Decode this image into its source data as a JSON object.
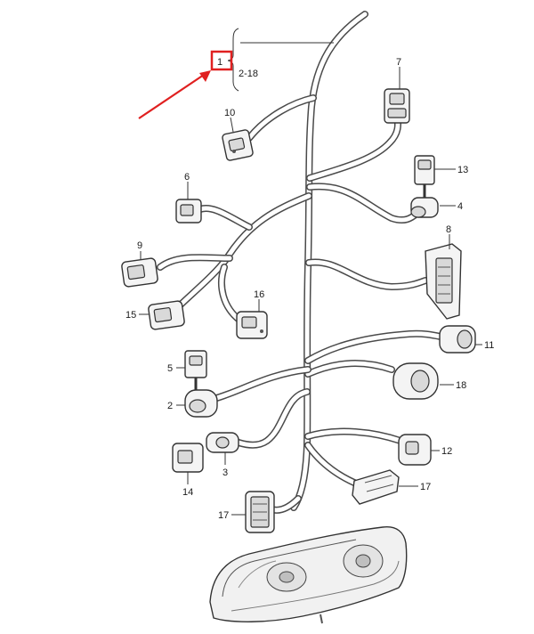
{
  "labels": {
    "l1": "1",
    "l2_18": "2-18",
    "l2": "2",
    "l3": "3",
    "l4": "4",
    "l5": "5",
    "l6": "6",
    "l7": "7",
    "l8": "8",
    "l9": "9",
    "l10": "10",
    "l11": "11",
    "l12": "12",
    "l13": "13",
    "l14": "14",
    "l15": "15",
    "l16": "16",
    "l17a": "17",
    "l17b": "17",
    "l18": "18"
  },
  "colors": {
    "highlight": "#e02020",
    "wire": "#4a4a4a",
    "line": "#333333"
  }
}
